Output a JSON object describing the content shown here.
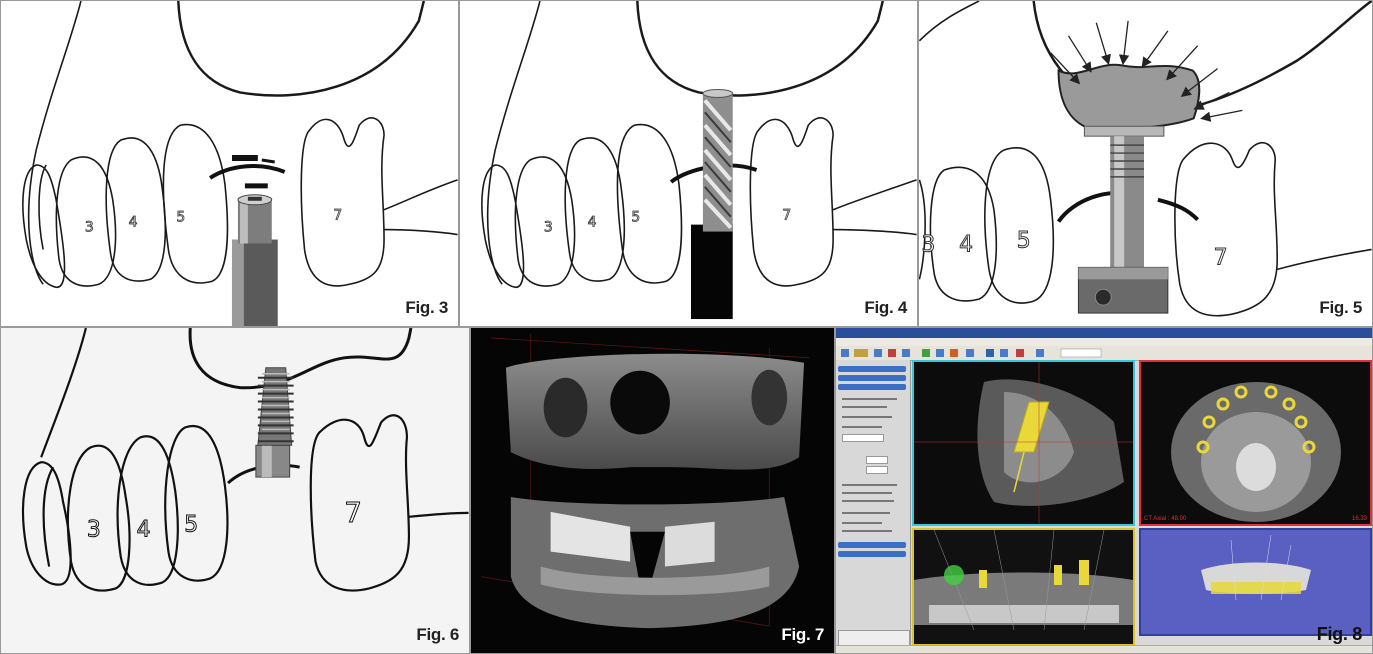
{
  "figures": [
    {
      "id": "fig3",
      "label": "Fig. 3",
      "tooth_numbers": [
        "3",
        "4",
        "5",
        "7"
      ]
    },
    {
      "id": "fig4",
      "label": "Fig. 4",
      "tooth_numbers": [
        "3",
        "4",
        "5",
        "7"
      ]
    },
    {
      "id": "fig5",
      "label": "Fig. 5",
      "tooth_numbers": [
        "3",
        "4",
        "5",
        "7"
      ]
    },
    {
      "id": "fig6",
      "label": "Fig. 6",
      "tooth_numbers": [
        "3",
        "4",
        "5",
        "7"
      ]
    },
    {
      "id": "fig7",
      "label": "Fig. 7"
    },
    {
      "id": "fig8",
      "label": "Fig. 8",
      "software": {
        "axial_label": "CT Axial : 48.00",
        "axial_value": "16.33"
      }
    }
  ],
  "colors": {
    "implant_yellow": "#e8d83a",
    "viewport_blue": "#5a5fc2",
    "frame_red": "#e0303a",
    "frame_cyan": "#36c4d8",
    "frame_yellow": "#d8c42a"
  }
}
